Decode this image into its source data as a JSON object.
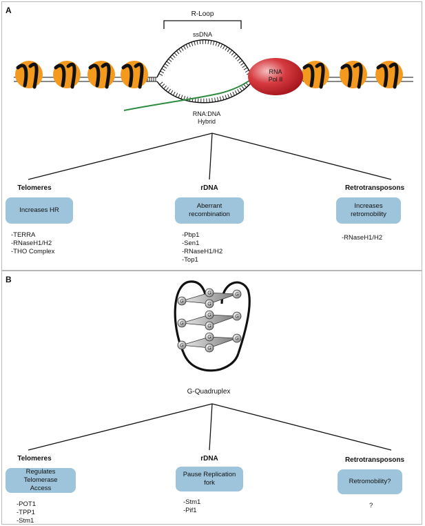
{
  "panelA": {
    "letter": "A",
    "rloop_label": "R-Loop",
    "ssdna_label": "ssDNA",
    "polymerase_label_line1": "RNA",
    "polymerase_label_line2": "Pol II",
    "hybrid_label_line1": "RNA:DNA",
    "hybrid_label_line2": "Hybrid",
    "branches": [
      {
        "title": "Telomeres",
        "effect": "Increases HR",
        "factors": [
          "-TERRA",
          "-RNaseH1/H2",
          "-THO Complex"
        ]
      },
      {
        "title": "rDNA",
        "effect_line1": "Aberrant",
        "effect_line2": "recombination",
        "factors": [
          "-Pbp1",
          "-Sen1",
          "-RNaseH1/H2",
          "-Top1"
        ]
      },
      {
        "title": "Retrotransposons",
        "effect_line1": "Increases",
        "effect_line2": "retromobility",
        "factors": [
          "-RNaseH1/H2"
        ]
      }
    ]
  },
  "panelB": {
    "letter": "B",
    "structure_label": "G-Quadruplex",
    "g_letter": "G",
    "branches": [
      {
        "title": "Telomeres",
        "effect_line1": "Regulates Telomerase",
        "effect_line2": "Access",
        "factors": [
          "-POT1",
          "-TPP1",
          "-Stm1"
        ]
      },
      {
        "title": "rDNA",
        "effect_line1": "Pause Replication",
        "effect_line2": "fork",
        "factors": [
          "-Stm1",
          "-Pif1"
        ]
      },
      {
        "title": "Retrotransposons",
        "effect": "Retromobility?",
        "factors": [
          "?"
        ]
      }
    ]
  },
  "colors": {
    "nucleosome": "#f39a1e",
    "polymerase": "#c0202a",
    "rna_strand": "#2e8a3e",
    "effect_box": "#9ec4dc",
    "panel_border": "#b8b8b8"
  }
}
